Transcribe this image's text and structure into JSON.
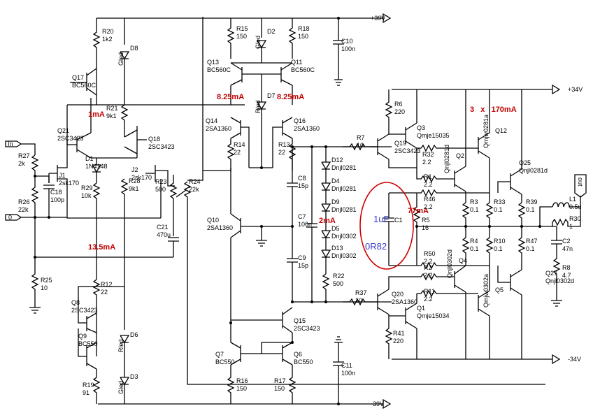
{
  "rails": {
    "pos39_top": "+39V",
    "pos34": "+34V",
    "neg34": "-34V",
    "neg39_bot": "-39V"
  },
  "ports": {
    "in": "In",
    "gnd": "0",
    "out": "out"
  },
  "currents": {
    "i1": "1mA",
    "i2": "13.5mA",
    "i3": "8.25mA",
    "i4": "8.25mA",
    "i5": "2mA",
    "i6": "77mA",
    "i7": "3   x   170mA"
  },
  "annot": {
    "c_note": "1uF",
    "r_note": "0R82"
  },
  "labels": [
    [
      "R20",
      "1k2"
    ],
    [
      "D8",
      "Gled"
    ],
    [
      "Q17",
      "BC560C"
    ],
    [
      "R21",
      "9k1"
    ],
    [
      "Q21",
      "2SC3423"
    ],
    [
      "Q18",
      "2SC3423"
    ],
    [
      "R27",
      "2k"
    ],
    [
      "J1",
      "2sk170"
    ],
    [
      "D1",
      "1N4148"
    ],
    [
      "J2",
      "2sk170"
    ],
    [
      "R26",
      "22k"
    ],
    [
      "C18",
      "100p"
    ],
    [
      "R29",
      "10k"
    ],
    [
      "R28",
      "9k1"
    ],
    [
      "R23",
      "500"
    ],
    [
      "R24",
      "22k"
    ],
    [
      "C21",
      "470u"
    ],
    [
      "R25",
      "10"
    ],
    [
      "R12",
      "22"
    ],
    [
      "Q8",
      "2SC3423"
    ],
    [
      "D6",
      "Rled"
    ],
    [
      "Q9",
      "BC550"
    ],
    [
      "D3",
      "Gled"
    ],
    [
      "R19",
      "91"
    ],
    [
      "R15",
      "150"
    ],
    [
      "D2",
      "Gled"
    ],
    [
      "R18",
      "150"
    ],
    [
      "Q13",
      "BC560C"
    ],
    [
      "Q11",
      "BC560C"
    ],
    [
      "D7",
      "Rled"
    ],
    [
      "Q14",
      "2SA1360"
    ],
    [
      "Q16",
      "2SA1360"
    ],
    [
      "R14",
      "22"
    ],
    [
      "R13",
      "22"
    ],
    [
      "C10",
      "100n"
    ],
    [
      "C8",
      "15p"
    ],
    [
      "Q10",
      "2SA1360"
    ],
    [
      "C7",
      "100n"
    ],
    [
      "C9",
      "15p"
    ],
    [
      "Q15",
      "2SC3423"
    ],
    [
      "Q7",
      "BC550"
    ],
    [
      "Q6",
      "BC550"
    ],
    [
      "R16",
      "150"
    ],
    [
      "R17",
      "150"
    ],
    [
      "C11",
      "100n"
    ],
    [
      "D12",
      "Dnjl0281"
    ],
    [
      "D4",
      "Dnjl0281"
    ],
    [
      "D9",
      "Dnjl0281"
    ],
    [
      "D5",
      "Dnjl0302"
    ],
    [
      "D13",
      "Dnjl0302"
    ],
    [
      "R22",
      "500"
    ],
    [
      "R7",
      "10"
    ],
    [
      "R37",
      "10"
    ],
    [
      "R6",
      "220"
    ],
    [
      "Q3",
      "Qmje15035"
    ],
    [
      "Q19",
      "2SC3423"
    ],
    [
      "R32",
      "2.2"
    ],
    [
      "R1",
      "2.2"
    ],
    [
      "Q2",
      "Qnjl0281d"
    ],
    [
      "Q12",
      "Qmjw0281a"
    ],
    [
      "R46",
      "2.2"
    ],
    [
      "C1",
      ""
    ],
    [
      "R5",
      "16"
    ],
    [
      "R3",
      "0.1"
    ],
    [
      "R33",
      "0.1"
    ],
    [
      "R39",
      "0.1"
    ],
    [
      "Q25",
      "Qnjl0281d"
    ],
    [
      "L1",
      "0.5u"
    ],
    [
      "R30",
      "1"
    ],
    [
      "C2",
      "47n"
    ],
    [
      "R8",
      "4.7"
    ],
    [
      "Q27",
      "Qnjl0302d"
    ],
    [
      "R4",
      "0.1"
    ],
    [
      "R10",
      "0.1"
    ],
    [
      "R47",
      "0.1"
    ],
    [
      "R50",
      "2.2"
    ],
    [
      "R2",
      "2.2"
    ],
    [
      "R11",
      "2.2"
    ],
    [
      "Q4",
      "Qnjl0302d"
    ],
    [
      "Q5",
      "Qmjw0302a"
    ],
    [
      "Q20",
      "2SA1360"
    ],
    [
      "Q1",
      "Qmje15034"
    ],
    [
      "R41",
      "220"
    ]
  ]
}
